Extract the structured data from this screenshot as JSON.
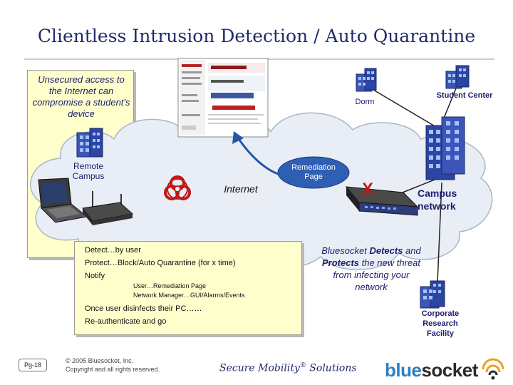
{
  "title": "Clientless Intrusion Detection / Auto Quarantine",
  "note": "Unsecured access to the Internet can compromise a student's device",
  "labels": {
    "remote_campus": "Remote Campus",
    "dorm": "Dorm",
    "student_center": "Student Center",
    "remediation_page": "Remediation Page",
    "internet": "Internet",
    "campus_network": "Campus network",
    "corporate": "Corporate Research Facility"
  },
  "detect_box": {
    "line1": "Detect…by user",
    "line2": "Protect…Block/Auto Quarantine (for x time)",
    "line3": "Notify",
    "bullet1": "User…Remediation Page",
    "bullet2": "Network Manager…GUI/Alarms/Events",
    "line4": "Once user disinfects their PC……",
    "line5": "Re-authenticate and go"
  },
  "bluesocket_text": {
    "part1": "Bluesocket ",
    "detects": "Detects",
    "and": " and ",
    "protects": "Protects",
    "rest": " the new threat from infecting your network"
  },
  "block_mark": "X",
  "footer": {
    "page": "Pg-18",
    "copyright1": "© 2005 Bluesocket, Inc.",
    "copyright2": "Copyright and all rights reserved.",
    "tagline_a": "Secure Mobility",
    "tagline_sup": "®",
    "tagline_b": " Solutions",
    "logo_blue": "blue",
    "logo_socket": "socket"
  },
  "colors": {
    "title": "#1f2a6b",
    "note_fill": "#ffffcc",
    "cloud": "#e9eef6",
    "block_mark": "#d01010",
    "logo_blue": "#2d7fc1",
    "logo_dark": "#2b2b2b"
  }
}
